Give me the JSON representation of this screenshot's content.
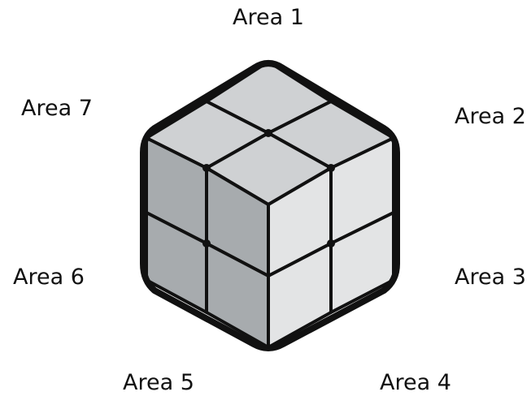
{
  "labels": {
    "area_1": "Area 1",
    "area_2": "Area 2",
    "area_3": "Area 3",
    "area_4": "Area 4",
    "area_5": "Area 5",
    "area_6": "Area 6",
    "area_7": "Area 7"
  },
  "cube": {
    "grid": "2x2x2",
    "colors": {
      "top_face": "#cfd1d3",
      "left_face": "#a7abae",
      "right_face": "#e3e4e5",
      "outline": "#111111"
    }
  }
}
